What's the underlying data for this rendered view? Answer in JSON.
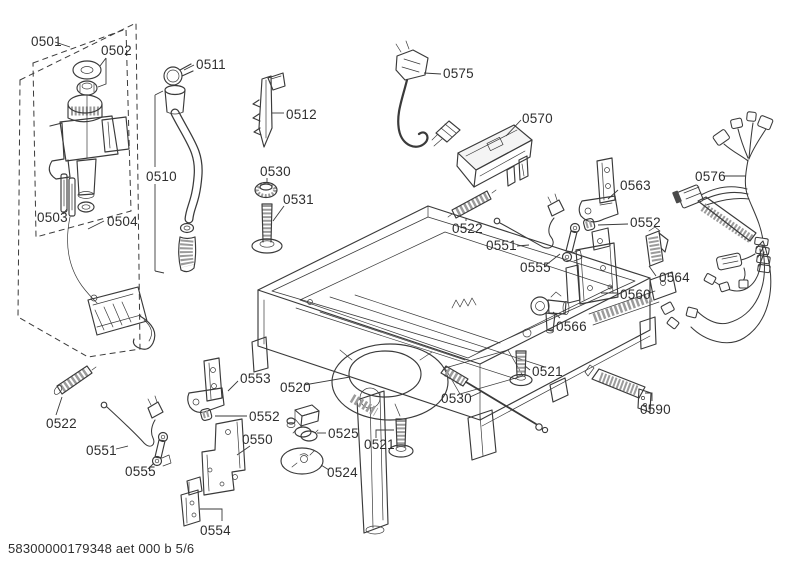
{
  "colors": {
    "background": "#ffffff",
    "line": "#3a3a3a",
    "shade": "#e3e3e3",
    "stripe": "#9b9b9b",
    "text": "#2e2e2e"
  },
  "footer": {
    "code": "58300000179348 aet 000 b 5/6"
  },
  "diagram": {
    "kind": "exploded-parts-diagram",
    "labels": [
      {
        "part": "0501"
      },
      {
        "part": "0502"
      },
      {
        "part": "0511"
      },
      {
        "part": "0575"
      },
      {
        "part": "0512"
      },
      {
        "part": "0570"
      },
      {
        "part": "0530"
      },
      {
        "part": "0510"
      },
      {
        "part": "0576"
      },
      {
        "part": "0563"
      },
      {
        "part": "0531"
      },
      {
        "part": "0503"
      },
      {
        "part": "0504"
      },
      {
        "part": "0552"
      },
      {
        "part": "0522"
      },
      {
        "part": "0551"
      },
      {
        "part": "0555"
      },
      {
        "part": "0564"
      },
      {
        "part": "0560"
      },
      {
        "part": "0566"
      },
      {
        "part": "0521"
      },
      {
        "part": "0553"
      },
      {
        "part": "0520"
      },
      {
        "part": "0530"
      },
      {
        "part": "0590"
      },
      {
        "part": "0552"
      },
      {
        "part": "0522"
      },
      {
        "part": "0525"
      },
      {
        "part": "0550"
      },
      {
        "part": "0521"
      },
      {
        "part": "0551"
      },
      {
        "part": "0555"
      },
      {
        "part": "0524"
      },
      {
        "part": "0554"
      }
    ]
  }
}
